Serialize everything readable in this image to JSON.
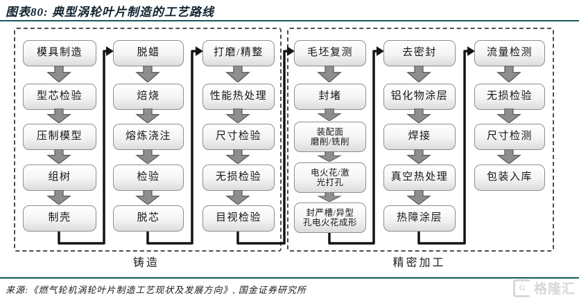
{
  "header": {
    "title": "图表80: 典型涡轮叶片制造的工艺路线"
  },
  "flow": {
    "sections": [
      {
        "label": "铸造",
        "columns": [
          {
            "steps": [
              "模具制造",
              "型芯检验",
              "压制模型",
              "组树",
              "制壳"
            ]
          },
          {
            "steps": [
              "脱蜡",
              "焙烧",
              "熔炼浇注",
              "检验",
              "脱芯"
            ]
          },
          {
            "steps": [
              "打磨/精整",
              "性能热处理",
              "尺寸检验",
              "无损检验",
              "目视检验"
            ]
          }
        ]
      },
      {
        "label": "精密加工",
        "columns": [
          {
            "steps": [
              "毛坯复测",
              "封堵",
              "装配面\n磨削/铣削",
              "电火花/激\n光打孔",
              "封严槽/异型\n孔电火花成形"
            ]
          },
          {
            "steps": [
              "去密封",
              "铝化物涂层",
              "焊接",
              "真空热处理",
              "热障涂层"
            ]
          },
          {
            "steps": [
              "流量检测",
              "无损检验",
              "尺寸检测",
              "包装入库"
            ]
          }
        ]
      }
    ]
  },
  "footer": {
    "source": "来源:《燃气轮机涡轮叶片制造工艺现状及发展方向》, 国金证券研究所"
  },
  "watermark": {
    "logo_letter": "G",
    "text": "格隆汇"
  }
}
